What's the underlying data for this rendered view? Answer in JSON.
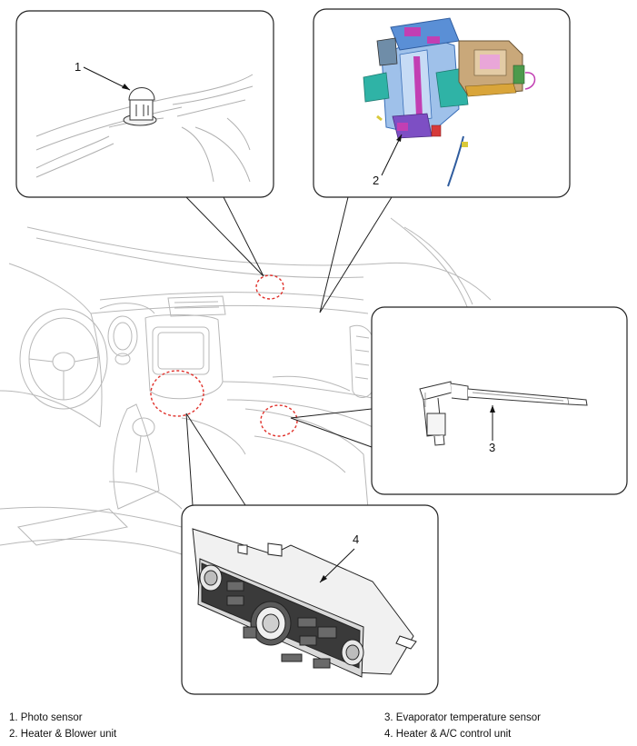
{
  "diagram": {
    "callouts": [
      {
        "id": "1",
        "label": "1"
      },
      {
        "id": "2",
        "label": "2"
      },
      {
        "id": "3",
        "label": "3"
      },
      {
        "id": "4",
        "label": "4"
      }
    ],
    "legend": [
      {
        "number": "1",
        "name": "Photo sensor",
        "text": "1. Photo sensor"
      },
      {
        "number": "2",
        "name": "Heater & Blower unit",
        "text": "2. Heater & Blower unit"
      },
      {
        "number": "3",
        "name": "Evaporator temperature sensor",
        "text": "3. Evaporator temperature sensor"
      },
      {
        "number": "4",
        "name": "Heater & A/C control unit",
        "text": "4. Heater & A/C control unit"
      }
    ]
  },
  "colors": {
    "outline": "#222222",
    "linework": "#b8b8b8",
    "highlight": "#e0302a",
    "blower_blue": "#5a8fd6",
    "blower_magenta": "#c23fb3",
    "blower_tan": "#c9a87a",
    "blower_teal": "#2fb3a6"
  }
}
